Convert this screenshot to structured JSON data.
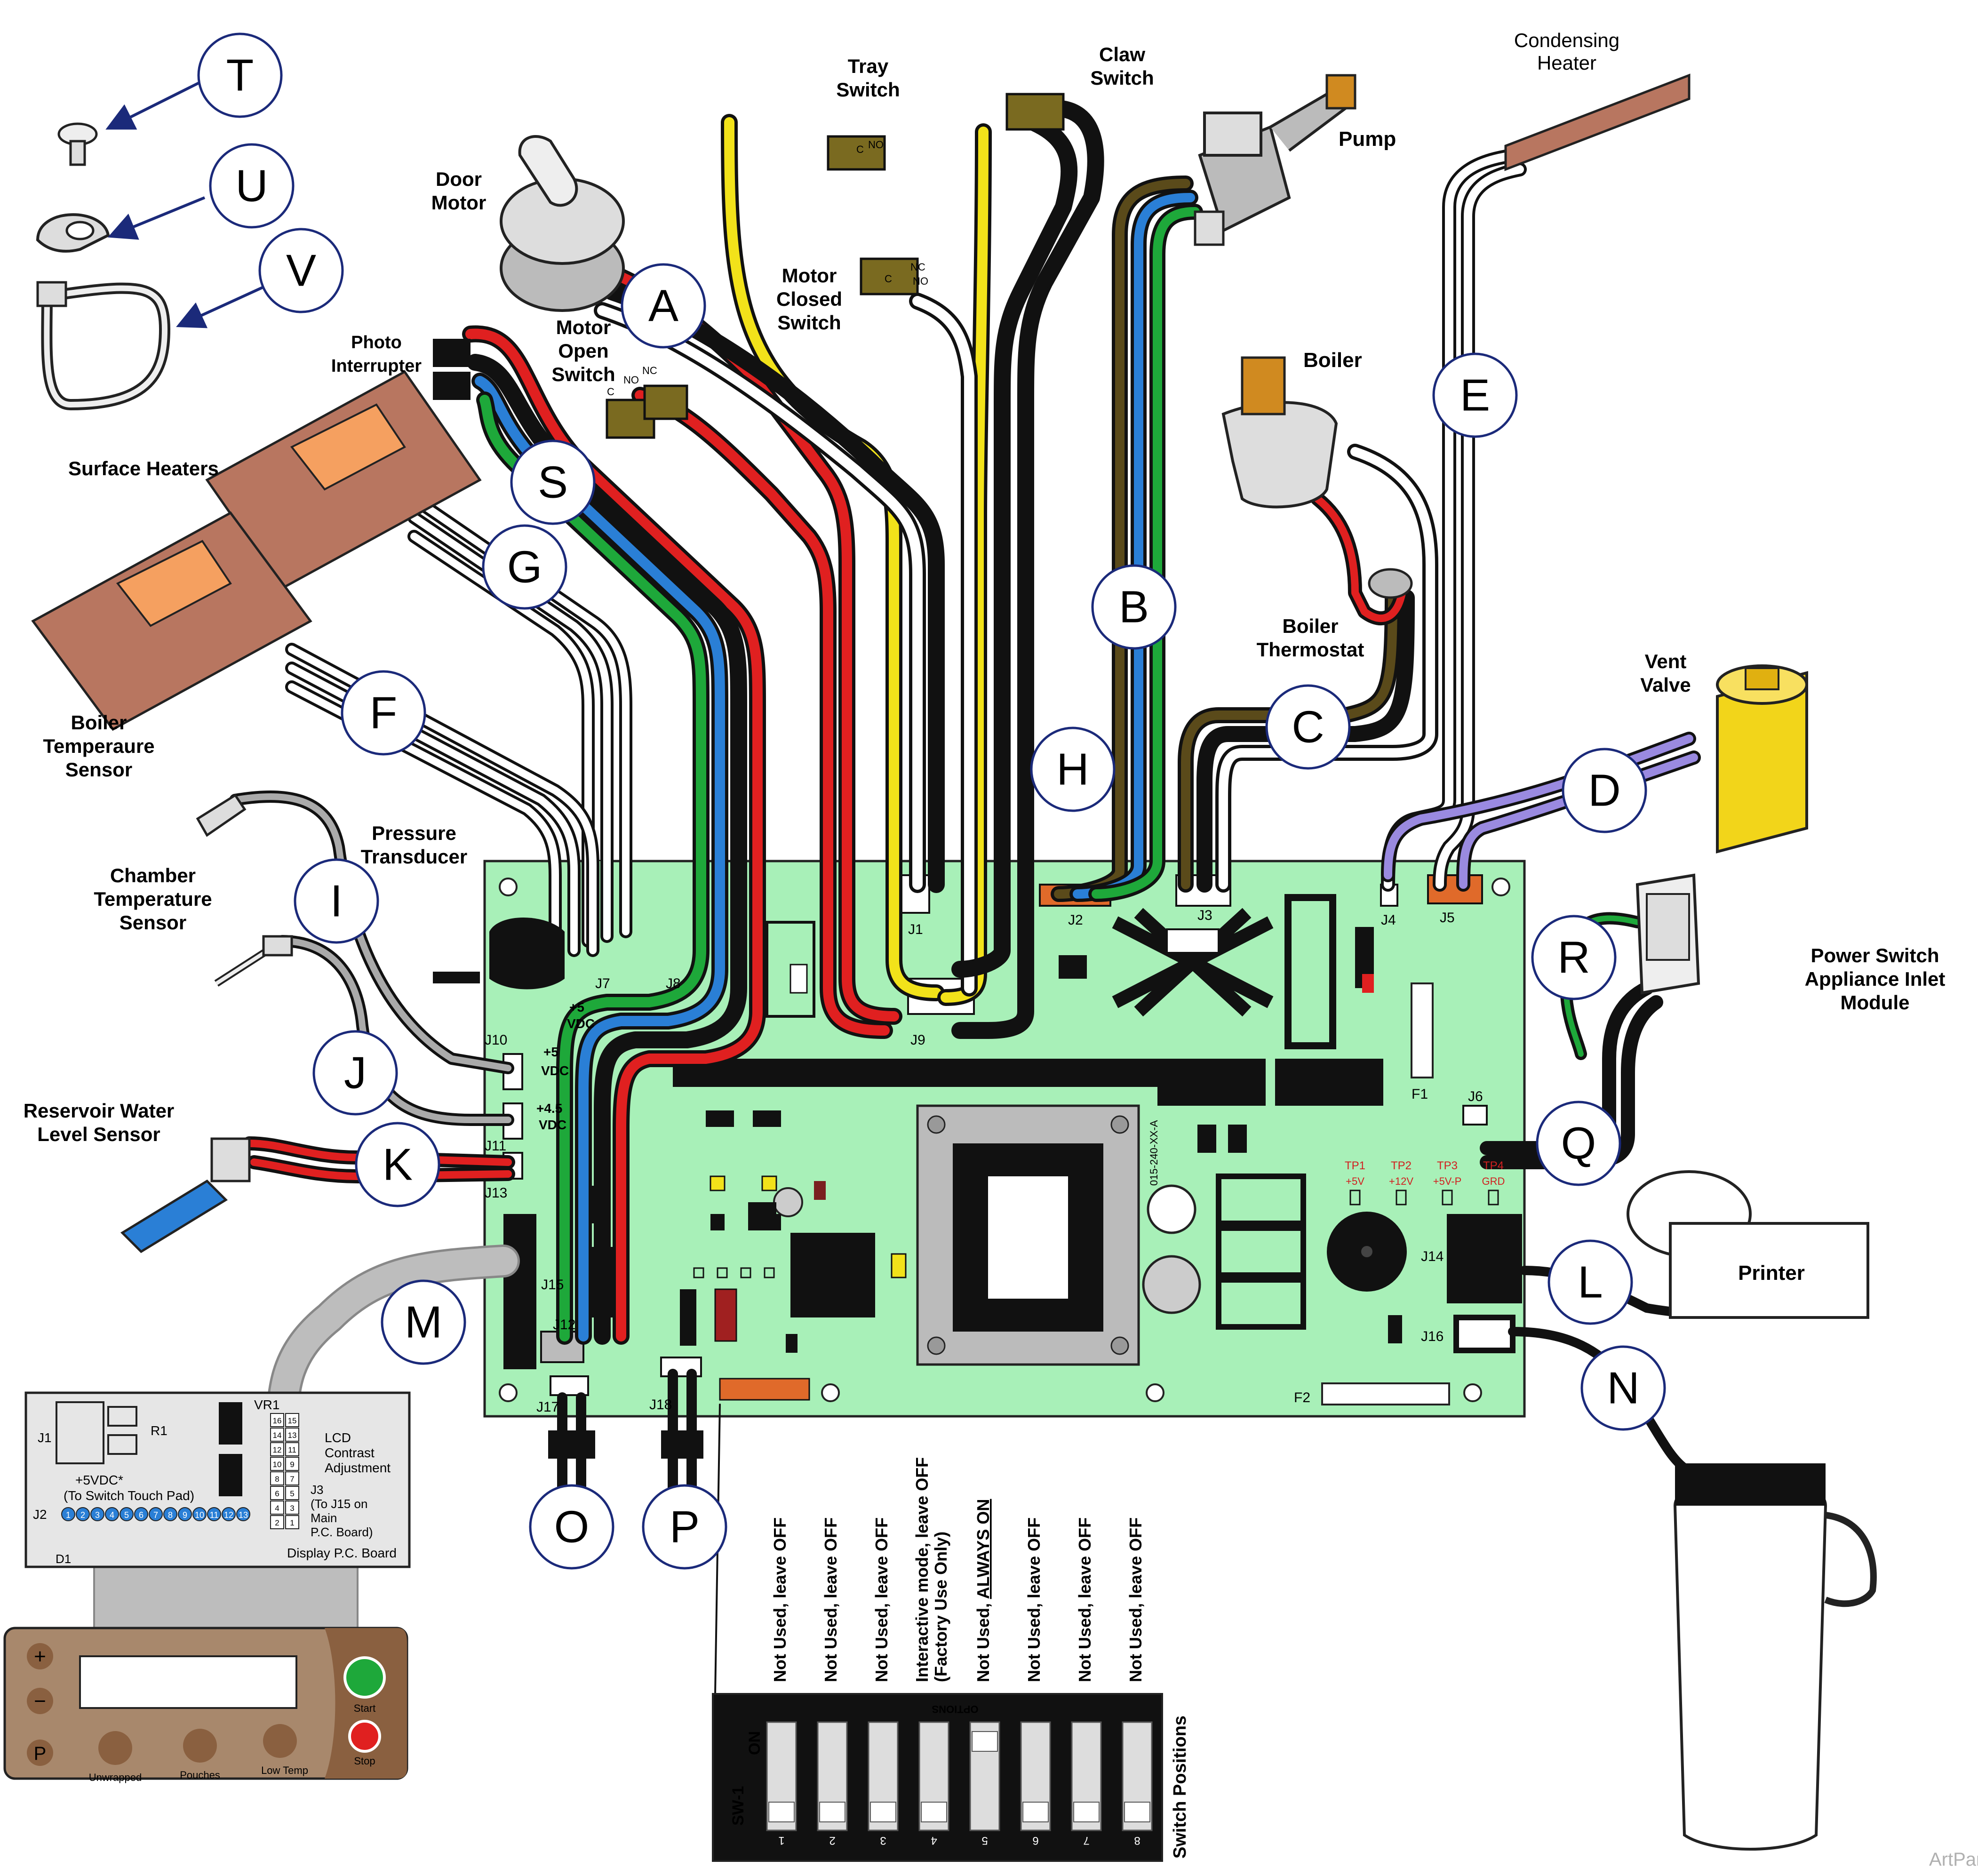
{
  "colors": {
    "board": "#a8f0b8",
    "wire_red": "#e02020",
    "wire_yellow": "#f2e21a",
    "wire_black": "#111111",
    "wire_blue": "#2a7fd6",
    "wire_green": "#1ea83a",
    "wire_brown": "#5a4a1a",
    "wire_purple": "#9a8ae0",
    "heater": "#b87660",
    "callout_border": "#1b2a7a"
  },
  "callouts": [
    "T",
    "U",
    "V",
    "A",
    "B",
    "C",
    "D",
    "E",
    "F",
    "G",
    "H",
    "I",
    "J",
    "K",
    "L",
    "M",
    "N",
    "O",
    "P",
    "Q",
    "R",
    "S"
  ],
  "labels": {
    "tray_switch": [
      "Tray",
      "Switch"
    ],
    "claw_switch": [
      "Claw",
      "Switch"
    ],
    "condensing_heater": [
      "Condensing",
      "Heater"
    ],
    "pump": "Pump",
    "door_motor": [
      "Door",
      "Motor"
    ],
    "motor_closed_switch": [
      "Motor",
      "Closed",
      "Switch"
    ],
    "photo_interrupter": [
      "Photo",
      "Interrupter"
    ],
    "motor_open_switch": [
      "Motor",
      "Open",
      "Switch"
    ],
    "boiler": "Boiler",
    "surface_heaters": "Surface Heaters",
    "boiler_thermostat": [
      "Boiler",
      "Thermostat"
    ],
    "vent_valve": [
      "Vent",
      "Valve"
    ],
    "boiler_temp_sensor": [
      "Boiler",
      "Temperaure",
      "Sensor"
    ],
    "pressure_transducer": [
      "Pressure",
      "Transducer"
    ],
    "chamber_temp_sensor": [
      "Chamber",
      "Temperature",
      "Sensor"
    ],
    "power_switch": [
      "Power Switch",
      "Appliance Inlet",
      "Module"
    ],
    "reservoir_sensor": [
      "Reservoir Water",
      "Level Sensor"
    ],
    "printer": "Printer",
    "switch_positions": "Switch Positions"
  },
  "board_text": {
    "connectors": [
      "J1",
      "J2",
      "J3",
      "J4",
      "J5",
      "J6",
      "J7",
      "J8",
      "J9",
      "J10",
      "J11",
      "J12",
      "J13",
      "J14",
      "J15",
      "J16",
      "J17",
      "J18",
      "F1",
      "F2"
    ],
    "v5_j7": [
      "+5",
      "VDC"
    ],
    "v5_j10": [
      "+5",
      "VDC"
    ],
    "v45": [
      "+4.5",
      "VDC"
    ],
    "part_no": "015-240-XX-A",
    "test_points": [
      {
        "name": "TP1",
        "value": "+5V"
      },
      {
        "name": "TP2",
        "value": "+12V"
      },
      {
        "name": "TP3",
        "value": "+5V-P"
      },
      {
        "name": "TP4",
        "value": "GRD"
      }
    ]
  },
  "switch_contacts": {
    "c": "C",
    "no": "NO",
    "nc": "NC"
  },
  "display_board": {
    "title": "Display P.C. Board",
    "j1": "J1",
    "r1": "R1",
    "vr1": "VR1",
    "lcd": [
      "LCD",
      "Contrast",
      "Adjustment"
    ],
    "v5": "+5VDC*",
    "touch_pad": "(To Switch Touch Pad)",
    "j2": "J2",
    "j2_pins": [
      "1",
      "2",
      "3",
      "4",
      "5",
      "6",
      "7",
      "8",
      "9",
      "10",
      "11",
      "12",
      "13"
    ],
    "j3": [
      "J3",
      "(To J15 on",
      "Main",
      "P.C. Board)"
    ],
    "j3_pins_left": [
      "16",
      "14",
      "12",
      "10",
      "8",
      "6",
      "4",
      "2"
    ],
    "j3_pins_right": [
      "15",
      "13",
      "11",
      "9",
      "7",
      "5",
      "3",
      "1"
    ],
    "d1": "D1"
  },
  "keypad": {
    "plus": "+",
    "minus": "−",
    "p": "P",
    "start": "Start",
    "stop": "Stop",
    "buttons": [
      "Unwrapped",
      "Pouches",
      "Low Temp"
    ]
  },
  "dip_switch": {
    "sw": "SW-1",
    "on": "ON",
    "options": "OPTIONS",
    "numbers": [
      "1",
      "2",
      "3",
      "4",
      "5",
      "6",
      "7",
      "8"
    ],
    "positions": [
      {
        "line1": "Not Used, leave OFF",
        "line2": "",
        "on": false
      },
      {
        "line1": "Not Used, leave OFF",
        "line2": "",
        "on": false
      },
      {
        "line1": "Not Used, leave OFF",
        "line2": "",
        "on": false
      },
      {
        "line1": "Interactive mode, leave OFF",
        "line2": "(Factory Use Only)",
        "on": false
      },
      {
        "line1": "Not Used, ",
        "line1_underlined": "ALWAYS ON",
        "line2": "",
        "on": true
      },
      {
        "line1": "Not Used, leave OFF",
        "line2": "",
        "on": false
      },
      {
        "line1": "Not Used, leave OFF",
        "line2": "",
        "on": false
      },
      {
        "line1": "Not Used, leave OFF",
        "line2": "",
        "on": false
      }
    ]
  },
  "watermark": "ArtParts"
}
